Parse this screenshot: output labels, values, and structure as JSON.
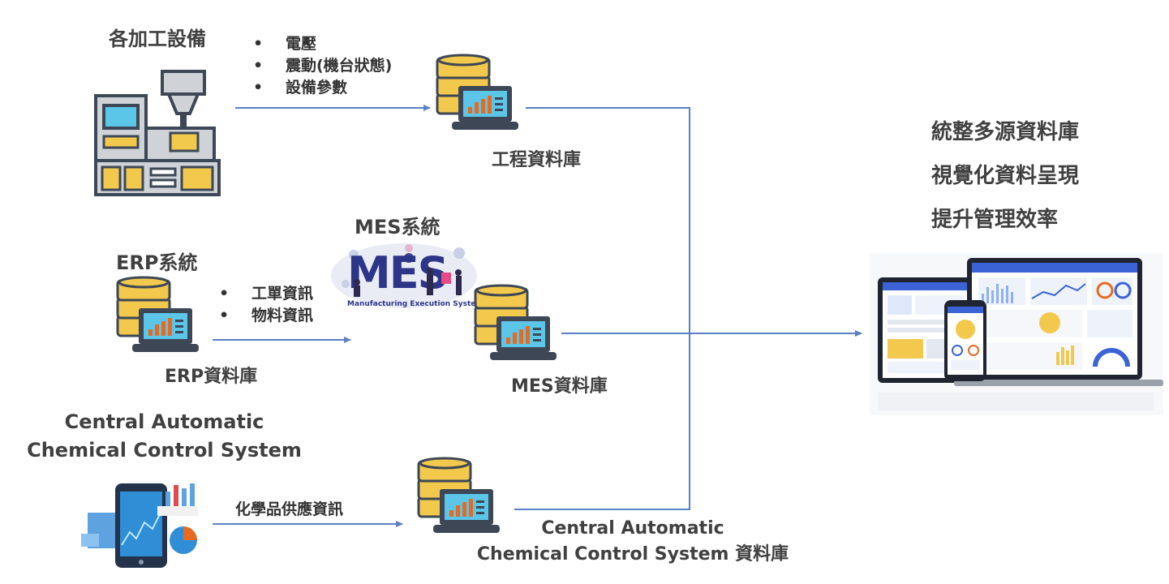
{
  "machines": {
    "title": "各加工設備",
    "bullets": [
      "電壓",
      "震動(機台狀態)",
      "設備參數"
    ]
  },
  "eng_db": {
    "label": "工程資料庫"
  },
  "mes": {
    "title": "MES系統",
    "logo_text": "MES",
    "logo_subtitle": "Manufacturing Execution System",
    "db_label": "MES資料庫"
  },
  "erp": {
    "title": "ERP系統",
    "bullets": [
      "工單資訊",
      "物料資訊"
    ],
    "db_label": "ERP資料庫"
  },
  "cacc": {
    "title_line1": "Central Automatic",
    "title_line2": "Chemical Control System",
    "arrow_label": "化學品供應資訊",
    "db_label_line1": "Central Automatic",
    "db_label_line2": "Chemical Control System 資料庫"
  },
  "benefits": [
    "統整多源資料庫",
    "視覺化資料呈現",
    "提升管理效率"
  ],
  "colors": {
    "line": "#5b7fc4",
    "db_gold": "#f2c94c",
    "db_dark": "#3d4756",
    "screen": "#5cc6e8"
  }
}
